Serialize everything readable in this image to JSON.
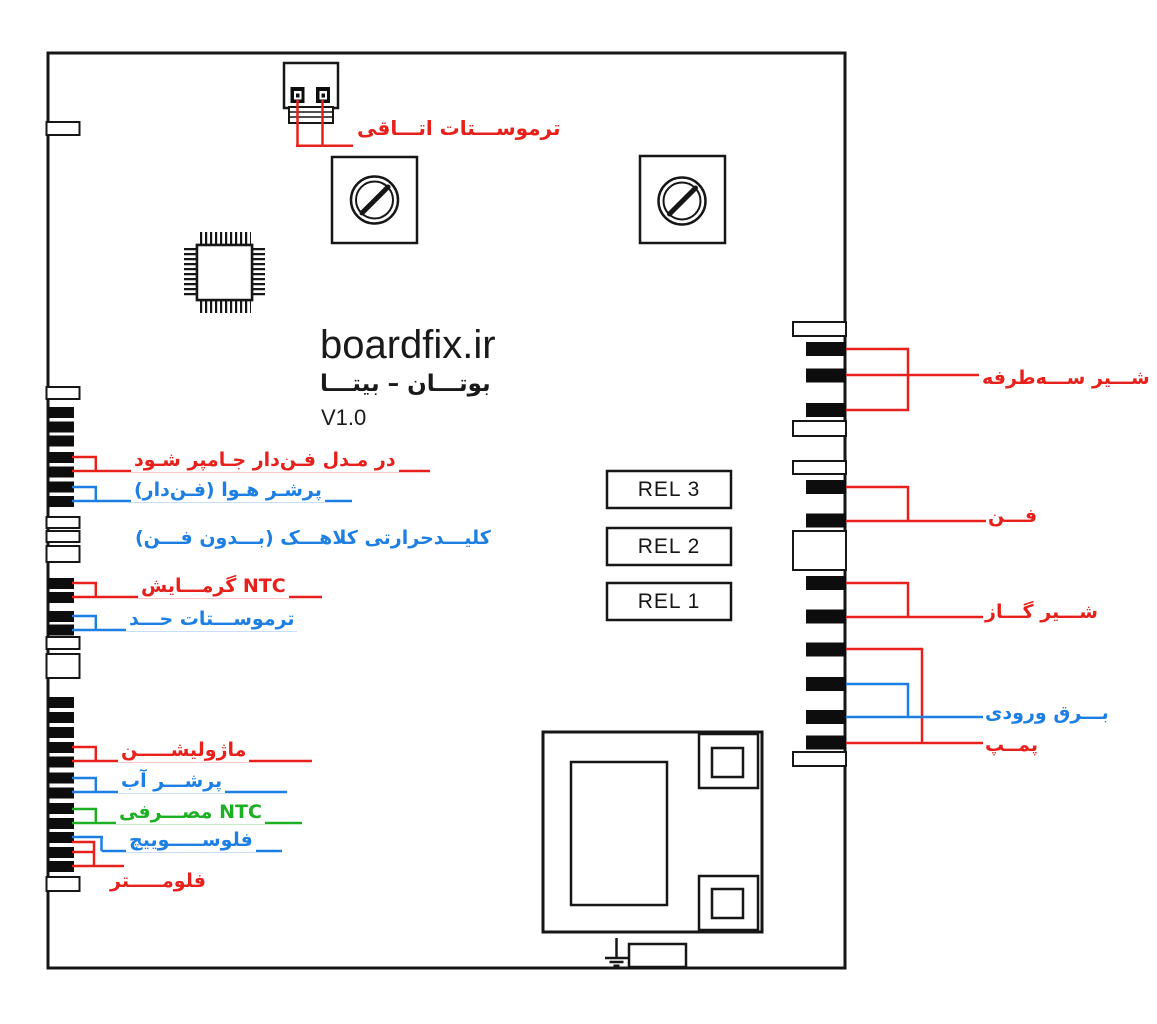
{
  "board": {
    "brand": "boardfix.ir",
    "model": "بوتـــان – بیتـــا",
    "version": "V1.0"
  },
  "colors": {
    "red": "#e8201c",
    "blue": "#1d7fe3",
    "green": "#1db024",
    "ink": "#161616"
  },
  "relays": [
    {
      "label": "REL 3"
    },
    {
      "label": "REL 2"
    },
    {
      "label": "REL 1"
    }
  ],
  "labels": {
    "room_thermostat": "ترموســـتات اتـــاقی",
    "jumper_note": "در مـدل فـن‌دار جـامپر شـود",
    "air_pressure": "پرشـر هـوا (فـن‌دار)",
    "heat_key": "کلیـــدحرارتی کلاهـــک (بـــدون فـــن)",
    "ntc_heating": "NTC گرمـــایش",
    "limit_thermostat": "ترموســـتات حـــد",
    "modulation": "ماژولیشـــــن",
    "water_pressure": "پرشـــر آب",
    "ntc_dhw": "NTC مصـــرفی",
    "flow_switch": "فلوســـــوییچ",
    "flow_meter": "فلومـــــتر",
    "three_way_valve": "شـــیر ســـه‌طرفه",
    "fan": "فـــن",
    "gas_valve": "شـــیر گـــاز",
    "power_input": "بـــرق ورودی",
    "pump": "پمــپ"
  }
}
